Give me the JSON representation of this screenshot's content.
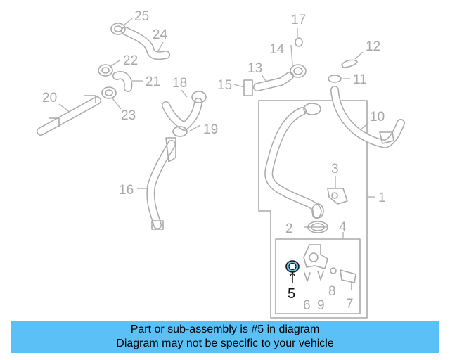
{
  "callouts": [
    "1",
    "2",
    "3",
    "4",
    "5",
    "6",
    "7",
    "8",
    "9",
    "10",
    "11",
    "12",
    "13",
    "14",
    "15",
    "16",
    "17",
    "18",
    "19",
    "20",
    "21",
    "22",
    "23",
    "24",
    "25"
  ],
  "highlight_callout": "5",
  "highlight_color": "#5bc0f5",
  "banner": {
    "line1": "Part or sub-assembly is #5 in diagram",
    "line2": "Diagram may not be specific to your vehicle",
    "color": "#5bc0f5"
  }
}
